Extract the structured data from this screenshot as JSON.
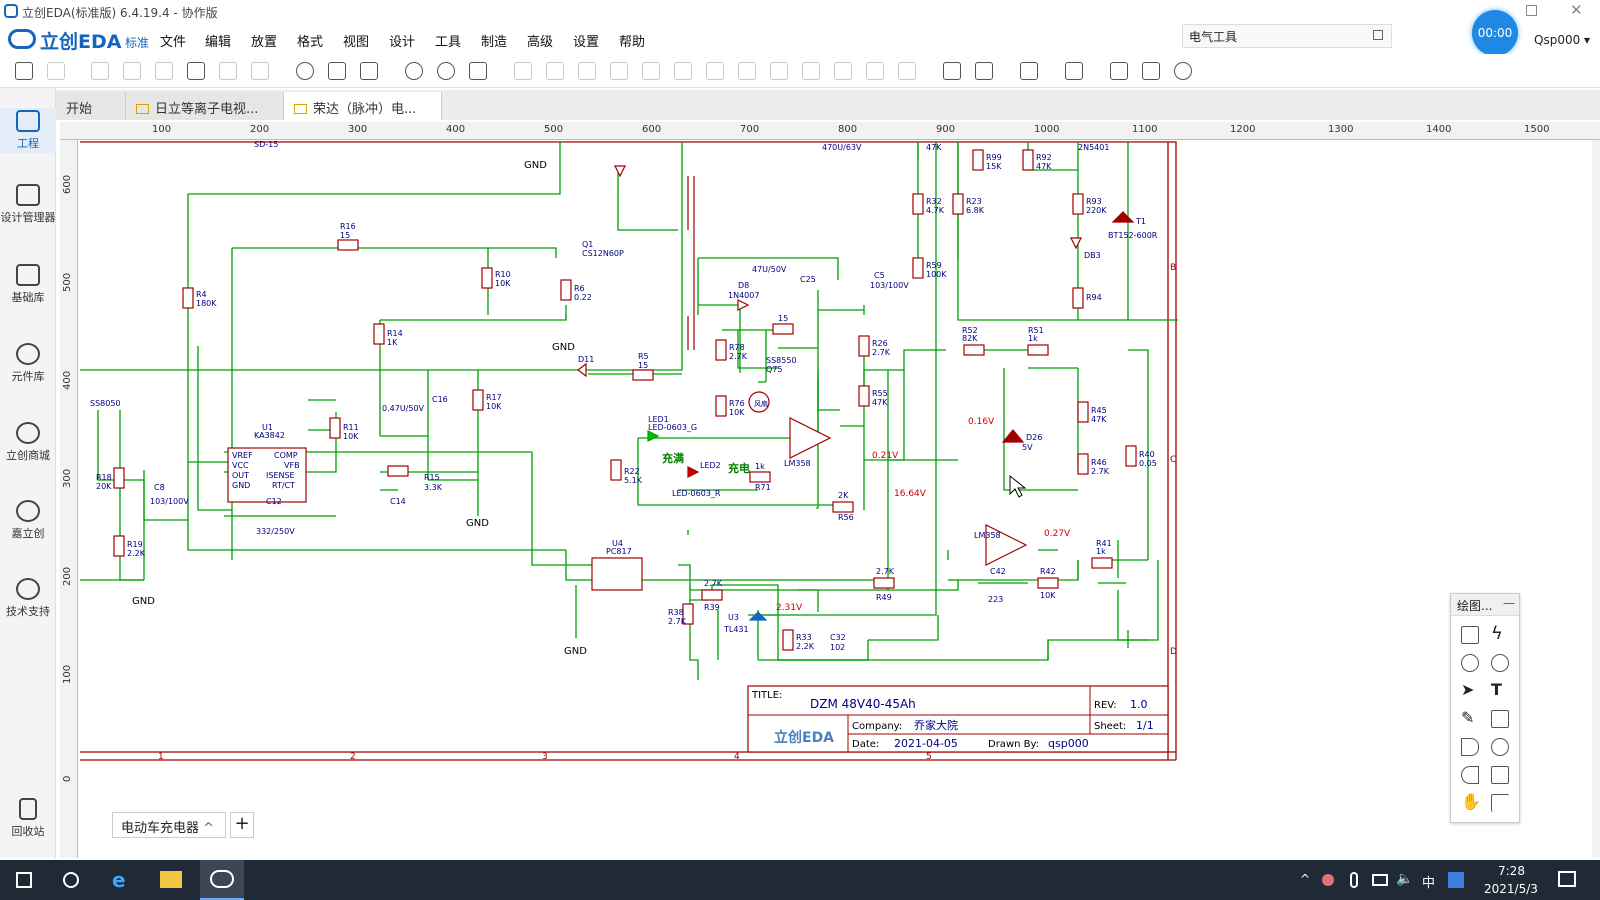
{
  "window": {
    "title": "立创EDA(标准版) 6.4.19.4 - 协作版"
  },
  "brand": {
    "logo_text": "立创EDA",
    "edition": "标准",
    "accent_color": "#1565c0"
  },
  "menu": {
    "items": [
      "文件",
      "编辑",
      "放置",
      "格式",
      "视图",
      "设计",
      "工具",
      "制造",
      "高级",
      "设置",
      "帮助"
    ]
  },
  "header": {
    "search_value": "电气工具",
    "timer": "00:00",
    "user": "Qsp000"
  },
  "sidebar": {
    "items": [
      {
        "label": "工程",
        "icon": "folder-icon"
      },
      {
        "label": "设计管理器",
        "icon": "list-icon"
      },
      {
        "label": "基础库",
        "icon": "library-icon"
      },
      {
        "label": "元件库",
        "icon": "search-component-icon"
      },
      {
        "label": "立创商城",
        "icon": "lcsc-icon"
      },
      {
        "label": "嘉立创",
        "icon": "jlc-icon"
      },
      {
        "label": "技术支持",
        "icon": "help-icon"
      },
      {
        "label": "回收站",
        "icon": "trash-icon"
      }
    ]
  },
  "tabs": [
    {
      "label": "开始"
    },
    {
      "label": "日立等离子电视..."
    },
    {
      "label": "荣达（脉冲）电..."
    }
  ],
  "ruler": {
    "top_ticks": [
      "100",
      "200",
      "300",
      "400",
      "500",
      "600",
      "700",
      "800",
      "900",
      "1000",
      "1100",
      "1200",
      "1300",
      "1400",
      "1500"
    ],
    "left_ticks": [
      "600",
      "500",
      "400",
      "300",
      "200",
      "100",
      "0"
    ]
  },
  "schematic": {
    "labels": {
      "gnd": "GND",
      "r16": "R16",
      "r16v": "15",
      "r4": "R4",
      "r4v": "180K",
      "r10": "R10",
      "r10v": "10K",
      "r6": "R6",
      "r6v": "0.22",
      "r14": "R14",
      "r14v": "1K",
      "r17": "R17",
      "r17v": "10K",
      "r11": "R11",
      "r11v": "10K",
      "r15": "R15",
      "r15v": "3.3K",
      "r18": "R18",
      "r18v": "20K",
      "r19": "R19",
      "r19v": "2.2K",
      "r5": "R5",
      "r5v": "15",
      "r22": "R22",
      "r22v": "5.1K",
      "r76": "R76",
      "r76v": "10K",
      "r78": "R78",
      "r78v": "2.7K",
      "r71": "R71",
      "r71v": "1k",
      "r56": "R56",
      "r56v": "2K",
      "r26": "R26",
      "r26v": "2.7K",
      "r55": "R55",
      "r55v": "47K",
      "r32": "R32",
      "r32v": "4.7K",
      "r59": "R59",
      "r59v": "100K",
      "r23": "R23",
      "r23v": "6.8K",
      "r99": "R99",
      "r99v": "15K",
      "r92": "R92",
      "r92v": "47K",
      "r93": "R93",
      "r93v": "220K",
      "r94": "R94",
      "r52": "R52",
      "r52v": "82K",
      "r51": "R51",
      "r51v": "1k",
      "r45": "R45",
      "r45v": "47K",
      "r46": "R46",
      "r46v": "2.7K",
      "r40": "R40",
      "r40v": "0.05",
      "r41": "R41",
      "r41v": "1k",
      "r42": "R42",
      "r42v": "10K",
      "r49": "R49",
      "r49v": "2.7K",
      "r39": "R39",
      "r39v": "2.7K",
      "r38": "R38",
      "r38v": "2.7K",
      "r33": "R33",
      "r33v": "2.2K",
      "r7v": "15",
      "q1": "Q1",
      "q1v": "CS12N60P",
      "q75": "Q75",
      "q75v": "SS8550",
      "ss8050": "SS8050",
      "t1": "T1",
      "t1v": "BT152-600R",
      "db3": "DB3",
      "n2n5401": "2N5401",
      "d8": "D8",
      "d8v": "1N4007",
      "d11": "D11",
      "d26": "D26",
      "d26v": "5V",
      "c25": "C25",
      "c25v": "47U/50V",
      "c5": "C5",
      "c5v": "103/100V",
      "c16": "C16",
      "c16v": "0.47U/50V",
      "c14": "C14",
      "c12": "C12",
      "c12v": "332/250V",
      "c8": "C8",
      "c8v": "103/100V",
      "c42": "C42",
      "c42v": "223",
      "c32": "C32",
      "c32v": "102",
      "c470": "470U/63V",
      "r47k_top": "47K",
      "u1": "U1",
      "u1v": "KA3842",
      "pin_vref": "VREF",
      "pin_vcc": "VCC",
      "pin_out": "OUT",
      "pin_gnd": "GND",
      "pin_comp": "COMP",
      "pin_vfb": "VFB",
      "pin_isense": "ISENSE",
      "pin_rtct": "RT/CT",
      "u4": "U4",
      "u4v": "PC817",
      "u3": "U3",
      "u3v": "TL431",
      "lm358a": "LM358",
      "lm358b": "LM358",
      "led1": "LED1",
      "led1v": "LED-0603_G",
      "led2": "LED2",
      "led2v": "LED-0603_R",
      "full": "充满",
      "charge": "充电",
      "fan": "风扇",
      "sd15": "SD-15",
      "v016": "0.16V",
      "v021": "0.21V",
      "v1664": "16.64V",
      "v027": "0.27V",
      "v231": "2.31V",
      "zone_b": "B",
      "zone_c": "C",
      "zone_d": "D",
      "col1": "1",
      "col2": "2",
      "col3": "3",
      "col4": "4",
      "col5": "5"
    },
    "title_block": {
      "title_label": "TITLE:",
      "title": "DZM 48V40-45Ah",
      "rev_label": "REV:",
      "rev": "1.0",
      "company_label": "Company:",
      "company": "乔家大院",
      "sheet_label": "Sheet:",
      "sheet": "1/1",
      "date_label": "Date:",
      "date": "2021-04-05",
      "drawn_label": "Drawn By:",
      "drawn_by": "qsp000",
      "logo": "立创EDA"
    },
    "wire_color": "#00a000",
    "part_color": "#a00000",
    "text_color": "#000080",
    "voltage_color": "#d00000"
  },
  "sheet_tabs": {
    "current": "电动车充电器",
    "add_label": "+"
  },
  "draw_panel": {
    "title": "绘图..."
  },
  "taskbar": {
    "time": "7:28",
    "date": "2021/5/3",
    "ime": "中"
  }
}
